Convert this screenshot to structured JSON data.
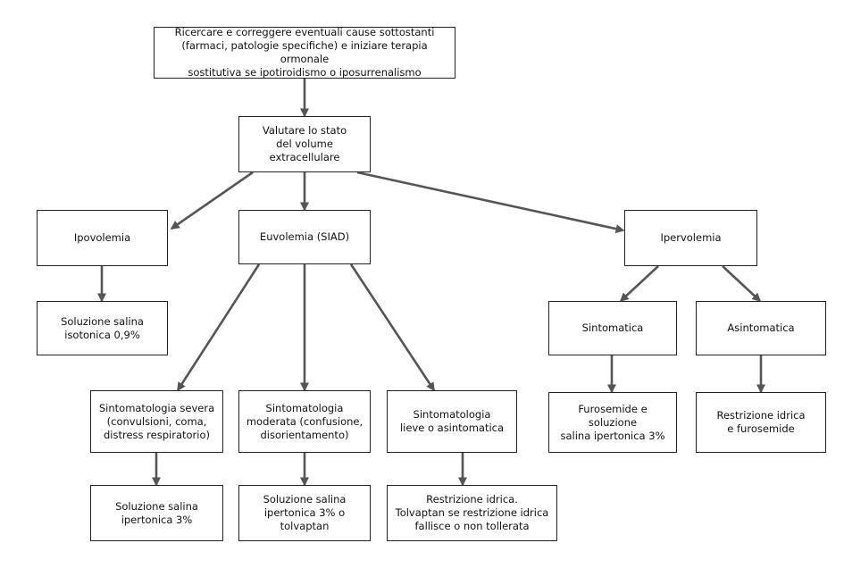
{
  "nodes": {
    "root": [
      "Ricercare e correggere eventuali cause sottostanti",
      "(farmaci, patologie specifiche) e iniziare terapia ormonale",
      "sostitutiva se ipotiroidismo o iposurrenalismo"
    ],
    "valuta": [
      "Valutare lo stato",
      "del volume",
      "extracellulare"
    ],
    "ipovolemia": [
      "Ipovolemia"
    ],
    "euvolemia": [
      "Euvolemia (SIAD)"
    ],
    "ipervolemia": [
      "Ipervolemia"
    ],
    "sol_isotonica": [
      "Soluzione salina",
      "isotonica 0,9%"
    ],
    "sintomatica": [
      "Sintomatica"
    ],
    "asintomatica": [
      "Asintomatica"
    ],
    "sint_severa": [
      "Sintomatologia severa",
      "(convulsioni, coma,",
      "distress respiratorio)"
    ],
    "sint_moderata": [
      "Sintomatologia",
      "moderata (confusione,",
      "disorientamento)"
    ],
    "sint_lieve": [
      "Sintomatologia",
      "lieve o asintomatica"
    ],
    "furosemide_sol": [
      "Furosemide e soluzione",
      "salina ipertonica 3%"
    ],
    "restrizione_furo": [
      "Restrizione idrica",
      "e furosemide"
    ],
    "sol_ipertonica": [
      "Soluzione salina",
      "ipertonica 3%"
    ],
    "sol_iper_tolva": [
      "Soluzione salina",
      "ipertonica 3% o",
      "tolvaptan"
    ],
    "restrizione_tolva": [
      "Restrizione idrica.",
      "Tolvaptan se restrizione idrica",
      "fallisce o non tollerata"
    ]
  },
  "colors": {
    "box_border": "#222222",
    "arrow": "#555555",
    "text": "#111111"
  }
}
